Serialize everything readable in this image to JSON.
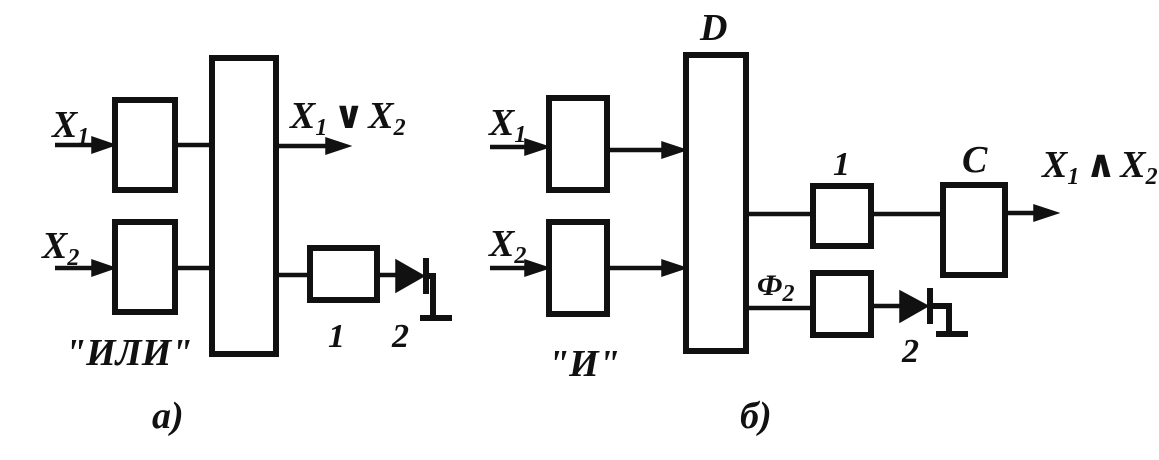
{
  "left": {
    "input_1_var": "X",
    "input_1_sub": "1",
    "input_2_var": "X",
    "input_2_sub": "2",
    "output_a_var": "X",
    "output_a_sub": "1",
    "output_op": "∨",
    "output_b_var": "X",
    "output_b_sub": "2",
    "element_1_label": "1",
    "element_2_label": "2",
    "gate_caption": "\"ИЛИ\"",
    "panel_label": "а)"
  },
  "right": {
    "input_1_var": "X",
    "input_1_sub": "1",
    "input_2_var": "X",
    "input_2_sub": "2",
    "block_d_label": "D",
    "element_1_label": "1",
    "block_c_label": "C",
    "output_a_var": "X",
    "output_a_sub": "1",
    "output_op": "∧",
    "output_b_var": "X",
    "output_b_sub": "2",
    "phase_var": "Ф",
    "phase_sub": "2",
    "element_2_label": "2",
    "gate_caption": "\"И\"",
    "panel_label": "б)"
  }
}
